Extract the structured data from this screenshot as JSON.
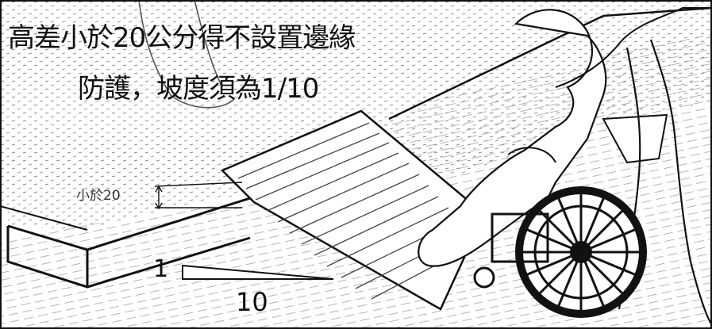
{
  "title": {
    "line1": "高差小於20公分得不設置邊緣",
    "line2": "防護，坡度須為1/10"
  },
  "labels": {
    "height": "小於20",
    "slope_rise": "1",
    "slope_run": "10"
  },
  "colors": {
    "ink": "#111111",
    "background": "#ffffff"
  }
}
